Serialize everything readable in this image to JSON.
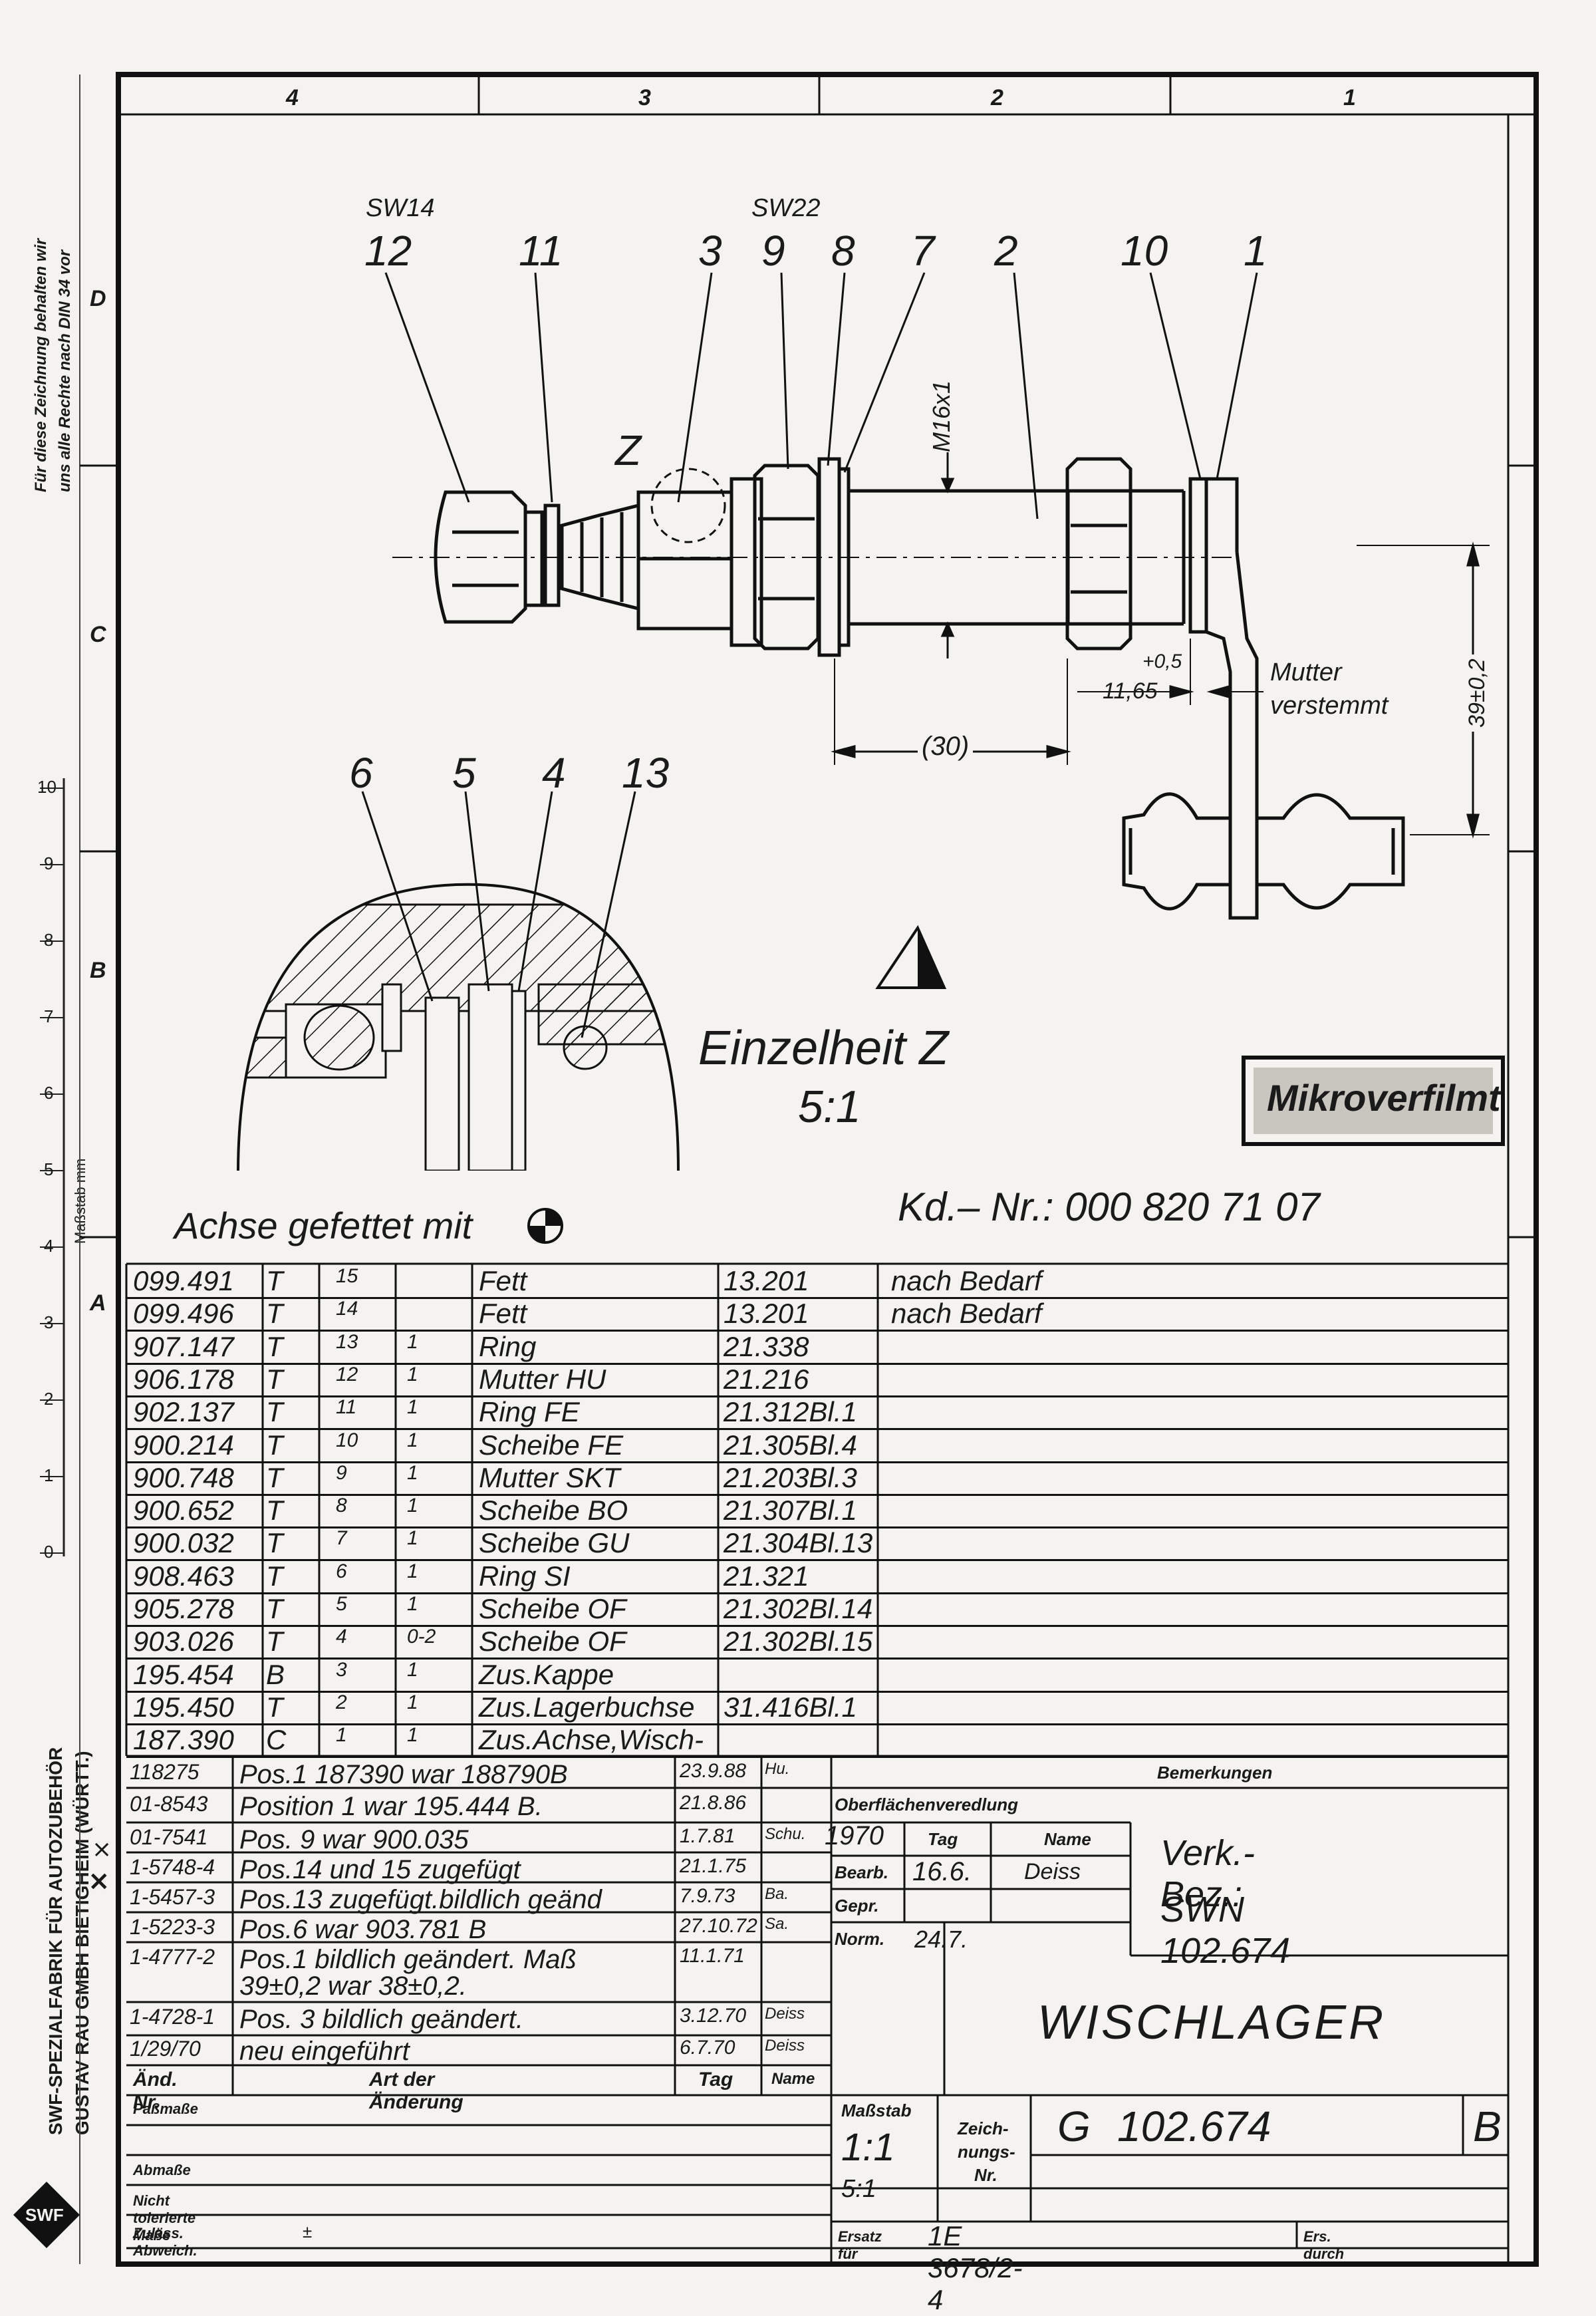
{
  "side": {
    "rights_line1": "Für diese Zeichnung behalten wir",
    "rights_line2": "uns alle Rechte nach DIN 34 vor",
    "company_line1": "SWF-SPEZIALFABRIK FÜR AUTOZUBEHÖR",
    "company_line2": "GUSTAV RAU GMBH BIETIGHEIM (WÜRTT.)",
    "scale_label": "Maßstab mm",
    "scale_ticks": [
      "0",
      "1",
      "2",
      "3",
      "4",
      "5",
      "6",
      "7",
      "8",
      "9",
      "10"
    ],
    "logo": "SWF",
    "revision_marks": [
      "×",
      "×"
    ]
  },
  "frame": {
    "columns": [
      "4",
      "3",
      "2",
      "1"
    ],
    "rows": [
      "D",
      "C",
      "B",
      "A"
    ]
  },
  "drawing": {
    "callouts_top": [
      "12",
      "11",
      "3",
      "9",
      "8",
      "7",
      "2",
      "10",
      "1"
    ],
    "sw14": "SW14",
    "sw22": "SW22",
    "z_label": "Z",
    "thread": "M16x1",
    "dim_30": "(30)",
    "dim_1165": "11,65",
    "dim_tol": "+0,5",
    "dim_39": "39±0,2",
    "mutter_line1": "Mutter",
    "mutter_line2": "verstemmt",
    "callouts_detail": [
      "6",
      "5",
      "4",
      "13"
    ],
    "detail_title": "Einzelheit Z",
    "detail_scale": "5:1",
    "stamp": "Mikroverfilmt",
    "achse": "Achse gefettet mit",
    "kd_nr": "Kd.– Nr.: 000 820 71 07"
  },
  "bom": [
    [
      "099.491",
      "T",
      "15",
      "",
      "Fett",
      "13.201",
      "nach Bedarf"
    ],
    [
      "099.496",
      "T",
      "14",
      "",
      "Fett",
      "13.201",
      "nach Bedarf"
    ],
    [
      "907.147",
      "T",
      "13",
      "1",
      "Ring",
      "21.338",
      ""
    ],
    [
      "906.178",
      "T",
      "12",
      "1",
      "Mutter HU",
      "21.216",
      ""
    ],
    [
      "902.137",
      "T",
      "11",
      "1",
      "Ring FE",
      "21.312Bl.1",
      ""
    ],
    [
      "900.214",
      "T",
      "10",
      "1",
      "Scheibe FE",
      "21.305Bl.4",
      ""
    ],
    [
      "900.748",
      "T",
      "9",
      "1",
      "Mutter SKT",
      "21.203Bl.3",
      ""
    ],
    [
      "900.652",
      "T",
      "8",
      "1",
      "Scheibe BO",
      "21.307Bl.1",
      ""
    ],
    [
      "900.032",
      "T",
      "7",
      "1",
      "Scheibe GU",
      "21.304Bl.13",
      ""
    ],
    [
      "908.463",
      "T",
      "6",
      "1",
      "Ring SI",
      "21.321",
      ""
    ],
    [
      "905.278",
      "T",
      "5",
      "1",
      "Scheibe OF",
      "21.302Bl.14",
      ""
    ],
    [
      "903.026",
      "T",
      "4",
      "0-2",
      "Scheibe OF",
      "21.302Bl.15",
      ""
    ],
    [
      "195.454",
      "B",
      "3",
      "1",
      "Zus.Kappe",
      "",
      ""
    ],
    [
      "195.450",
      "T",
      "2",
      "1",
      "Zus.Lagerbuchse",
      "31.416Bl.1",
      ""
    ],
    [
      "187.390",
      "C",
      "1",
      "1",
      "Zus.Achse,Wisch-",
      "",
      ""
    ]
  ],
  "changes": [
    [
      "118275",
      "Pos.1 187390 war 188790B",
      "23.9.88",
      "Hu."
    ],
    [
      "01-8543",
      "Position 1 war 195.444 B.",
      "21.8.86",
      ""
    ],
    [
      "01-7541",
      "Pos. 9 war 900.035",
      "1.7.81",
      "Schu."
    ],
    [
      "1-5748-4",
      "Pos.14 und 15 zugefügt",
      "21.1.75",
      ""
    ],
    [
      "1-5457-3",
      "Pos.13 zugefügt.bildlich geänd",
      "7.9.73",
      "Ba."
    ],
    [
      "1-5223-3",
      "Pos.6 war 903.781 B",
      "27.10.72",
      "Sa."
    ],
    [
      "1-4777-2",
      "Pos.1 bildlich geändert. Maß",
      "11.1.71",
      ""
    ],
    [
      "",
      "39±0,2 war 38±0,2.",
      "",
      ""
    ],
    [
      "1-4728-1",
      "Pos. 3 bildlich geändert.",
      "3.12.70",
      "Deiss"
    ],
    [
      "1/29/70",
      "neu eingeführt",
      "6.7.70",
      "Deiss"
    ]
  ],
  "change_headers": [
    "Änd. Nr.",
    "Art der Änderung",
    "Tag",
    "Name"
  ],
  "title_block": {
    "bemerkungen": "Bemerkungen",
    "oberflaeche": "Oberflächenveredlung",
    "year": "1970",
    "tag": "Tag",
    "name": "Name",
    "bearb": "Bearb.",
    "bearb_tag": "16.6.",
    "bearb_name": "Deiss",
    "gepr": "Gepr.",
    "norm": "Norm.",
    "norm_tag": "24.7.",
    "verk_label": "Verk.-Bez.:",
    "verk_value": "SWN 102.674",
    "title": "WISCHLAGER",
    "massstab": "Maßstab",
    "scale1": "1:1",
    "scale2": "5:1",
    "zeich": "Zeich-",
    "nungs": "nungs-",
    "nr": "Nr.",
    "drawing_prefix": "G",
    "drawing_no": "102.674",
    "revision": "B",
    "passmasse": "Paßmaße",
    "abmasse": "Abmaße",
    "nicht_tol": "Nicht tolerierte Maße",
    "zulaess": "Zuläss. Abweich.",
    "pm": "±",
    "ersatz_label": "Ersatz für",
    "ersatz_value": "1E 3678/2-4",
    "ersetzt": "Ers. durch"
  }
}
